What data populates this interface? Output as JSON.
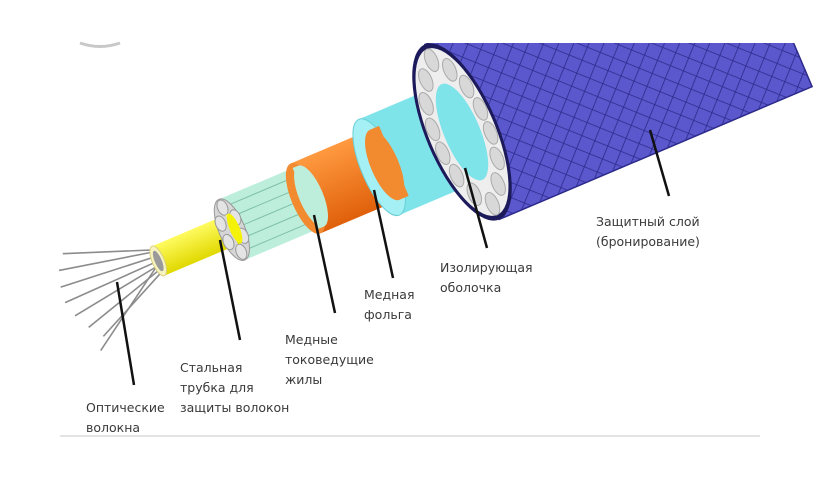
{
  "diagram": {
    "subject": "cable-cross-section",
    "colors": {
      "armor": "#5656c8",
      "insulation": "#7fe3ea",
      "copper_foil": "#f07a1e",
      "conductors": "#b8ecd8",
      "steel_tube": "#f5f20a",
      "fibers": "#9a9a9a"
    },
    "labels": [
      {
        "id": "armor",
        "lines": [
          "Защитный слой",
          "(бронирование)"
        ]
      },
      {
        "id": "insulation",
        "lines": [
          "Изолирующая",
          "оболочка"
        ]
      },
      {
        "id": "foil",
        "lines": [
          "Медная",
          "фольга"
        ]
      },
      {
        "id": "conductors",
        "lines": [
          "Медные",
          "токоведущие",
          "жилы"
        ]
      },
      {
        "id": "tube",
        "lines": [
          "Стальная",
          "трубка для",
          "защиты волокон"
        ]
      },
      {
        "id": "fibers",
        "lines": [
          "Оптические",
          "волокна"
        ]
      }
    ]
  }
}
